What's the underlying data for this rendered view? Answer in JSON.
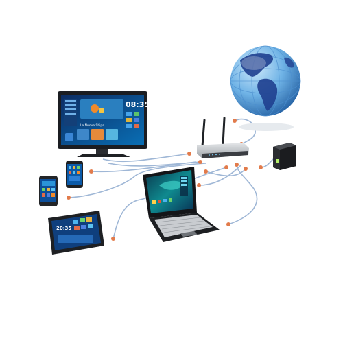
{
  "tv": {
    "clock": "08:35",
    "app_caption": "Le Nuove Ships"
  },
  "tablet": {
    "clock": "20:35"
  },
  "icons": {
    "tv": "tv-icon",
    "router": "router-icon",
    "nas": "storage-icon",
    "laptop": "laptop-icon",
    "tablet": "tablet-icon",
    "phone": "phone-icon",
    "globe": "globe-icon"
  }
}
